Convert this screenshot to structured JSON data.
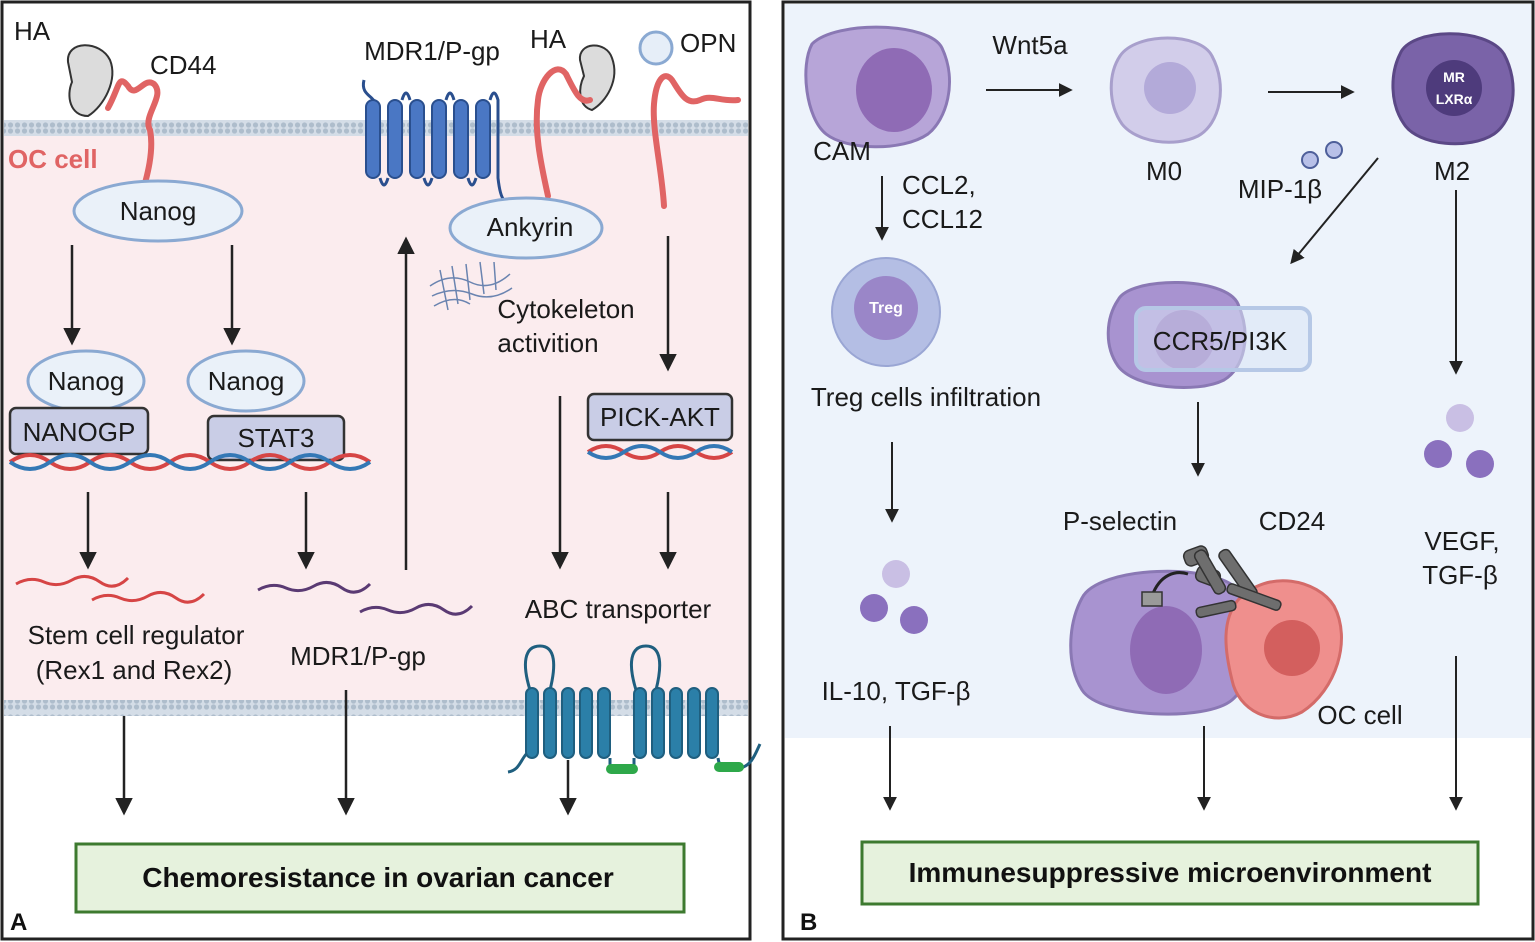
{
  "panel_a": {
    "letter": "A",
    "ha_left": "HA",
    "cd44": "CD44",
    "oc_cell": "OC cell",
    "nanog_top": "Nanog",
    "nanog_left": "Nanog",
    "nanog_right": "Nanog",
    "nanogp": "NANOGP",
    "stat3": "STAT3",
    "stem_regulator_1": "Stem cell regulator",
    "stem_regulator_2": "(Rex1 and Rex2)",
    "mdr1_mid": "MDR1/P-gp",
    "mdr1_top": "MDR1/P-gp",
    "ha_right": "HA",
    "opn": "OPN",
    "ankyrin": "Ankyrin",
    "cyto_1": "Cytokeleton",
    "cyto_2": "activition",
    "pick_akt": "PICK-AKT",
    "abc_transporter": "ABC transporter",
    "result": "Chemoresistance in ovarian cancer"
  },
  "panel_b": {
    "letter": "B",
    "wnt5a": "Wnt5a",
    "cam": "CAM",
    "m0": "M0",
    "m2": "M2",
    "mr": "MR",
    "lxra": "LXRα",
    "mip": "MIP-1β",
    "ccl_1": "CCL2,",
    "ccl_2": "CCL12",
    "treg": "Treg",
    "treg_infiltration": "Treg cells infiltration",
    "ccr5": "CCR5/PI3K",
    "p_selectin": "P-selectin",
    "cd24": "CD24",
    "vegf_1": "VEGF,",
    "vegf_2": "TGF-β",
    "il10": "IL-10, TGF-β",
    "oc_cell": "OC cell",
    "result": "Immunesuppressive microenvironment"
  },
  "colors": {
    "membrane": "#b9c7d6",
    "cytoplasm": "#fbecee",
    "cd44_red": "#e06464",
    "mdr_blue": "#4a77c4",
    "abc_blue": "#2b7fa8",
    "box_fill": "#e6f2dd",
    "box_border": "#3d7a2f",
    "panel_b_bg": "#edf3fb",
    "macrophage": "#9f8ac8",
    "oc_pink": "#ef8f8d"
  }
}
